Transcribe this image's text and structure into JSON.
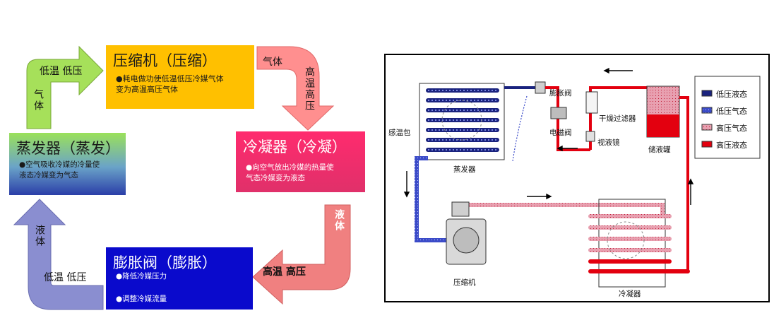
{
  "cycle": {
    "compressor": {
      "title": "压缩机（压缩）",
      "note_line1": "●耗电做功使低温低压冷媒气体",
      "note_line2": "变为高温高压气体",
      "color": "#ffc000"
    },
    "condenser": {
      "title": "冷凝器（冷凝）",
      "note_line1": "●向空气放出冷媒的热量使",
      "note_line2": "气态冷媒变为液态",
      "color": "#ff2b6e"
    },
    "expansion": {
      "title": "膨胀阀（膨胀）",
      "note1": "●降低冷媒压力",
      "note2": "●调整冷媒流量",
      "color": "#0a0acc"
    },
    "evaporator": {
      "title": "蒸发器（蒸发）",
      "note_line1": "●空气吸收冷媒的冷量使",
      "note_line2": "液态冷媒变为气态"
    },
    "arrow_evap_to_comp": {
      "label_state": "低温 低压",
      "label_phase": "气体",
      "color": "#a6e05a"
    },
    "arrow_comp_to_cond": {
      "label_phase": "气体",
      "label_state": "高温高压",
      "color": "#ff8f8f"
    },
    "arrow_cond_to_exp": {
      "label_phase": "液体",
      "label_state": "高温 高压",
      "color": "#f08080"
    },
    "arrow_exp_to_evap": {
      "label_phase": "液体",
      "label_state": "低温 低压",
      "color": "#8a8ed0"
    }
  },
  "schematic": {
    "labels": {
      "expansion_valve": "膨胀阀",
      "solenoid_valve": "电磁阀",
      "dryer_filter": "干燥过滤器",
      "sight_glass": "视液镜",
      "receiver": "储液罐",
      "sensing_bulb": "感温包",
      "evaporator": "蒸发器",
      "compressor": "压缩机",
      "condenser": "冷凝器"
    },
    "legend": [
      {
        "label": "低压液态",
        "color": "#1a237e"
      },
      {
        "label": "低压气态",
        "color": "#3b4bc8"
      },
      {
        "label": "高压气态",
        "color": "#e8a0b0"
      },
      {
        "label": "高压液态",
        "color": "#e3000f"
      }
    ]
  }
}
